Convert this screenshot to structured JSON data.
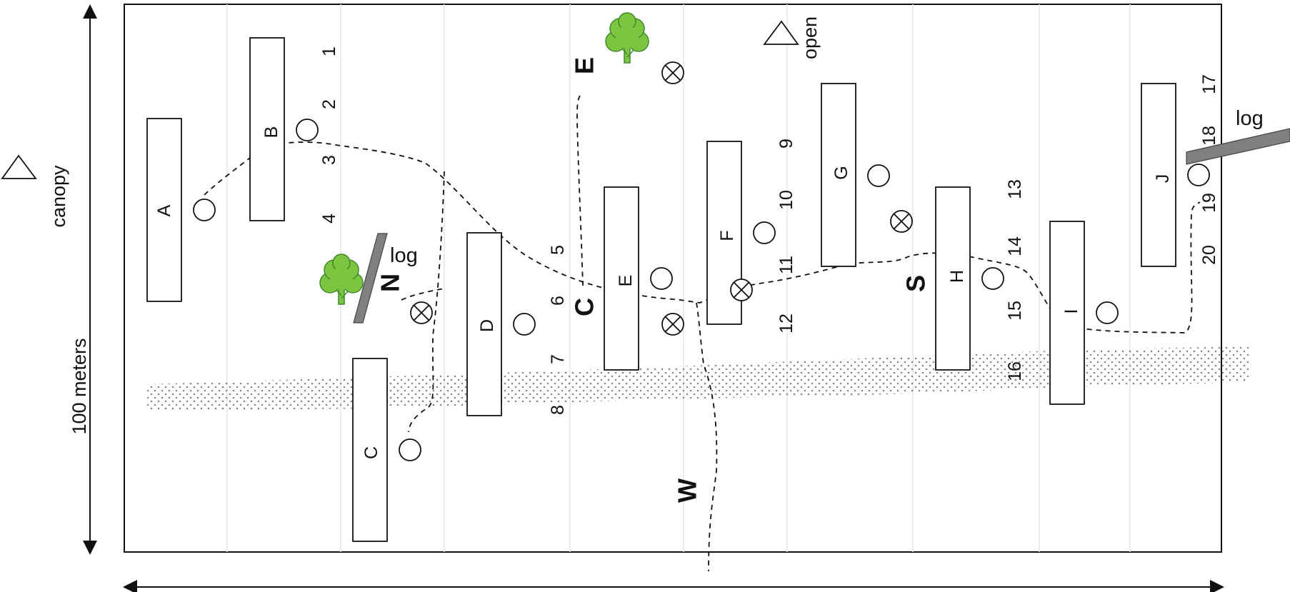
{
  "labels": {
    "canopy": "canopy",
    "open": "open",
    "hundred_meters": "100 meters",
    "log_left": "log",
    "log_right": "log"
  },
  "directions": {
    "north": "N",
    "east": "E",
    "south": "S",
    "west": "W",
    "center": "C"
  },
  "plots": [
    "A",
    "B",
    "C",
    "D",
    "E",
    "F",
    "G",
    "H",
    "I",
    "J"
  ],
  "stations": [
    "1",
    "2",
    "3",
    "4",
    "5",
    "6",
    "7",
    "8",
    "9",
    "10",
    "11",
    "12",
    "13",
    "14",
    "15",
    "16",
    "17",
    "18",
    "19",
    "20"
  ],
  "colors": {
    "tree_foliage": "#7cc540",
    "tree_outline": "#3f8a2a",
    "tree_trunk": "#7cc540",
    "log_fill": "#808080",
    "stipple": "#888888",
    "gridline": "#e6e6e6",
    "line": "#111111"
  },
  "icons": {
    "tree": "tree-icon",
    "triangle": "triangle-icon",
    "circle": "circle-marker",
    "crossed_circle": "crossed-circle-marker"
  }
}
